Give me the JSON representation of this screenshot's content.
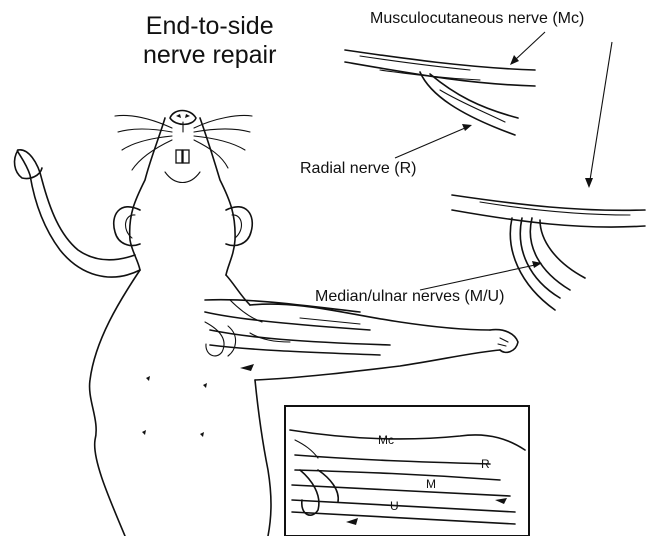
{
  "title_line1": "End-to-side",
  "title_line2": "nerve repair",
  "labels": {
    "musculocutaneous": "Musculocutaneous nerve (Mc)",
    "radial": "Radial nerve (R)",
    "median_ulnar": "Median/ulnar nerves (M/U)"
  },
  "inset_labels": {
    "mc": "Mc",
    "r": "R",
    "m": "M",
    "u": "U"
  },
  "ink_color": "#111111",
  "background_color": "#ffffff"
}
